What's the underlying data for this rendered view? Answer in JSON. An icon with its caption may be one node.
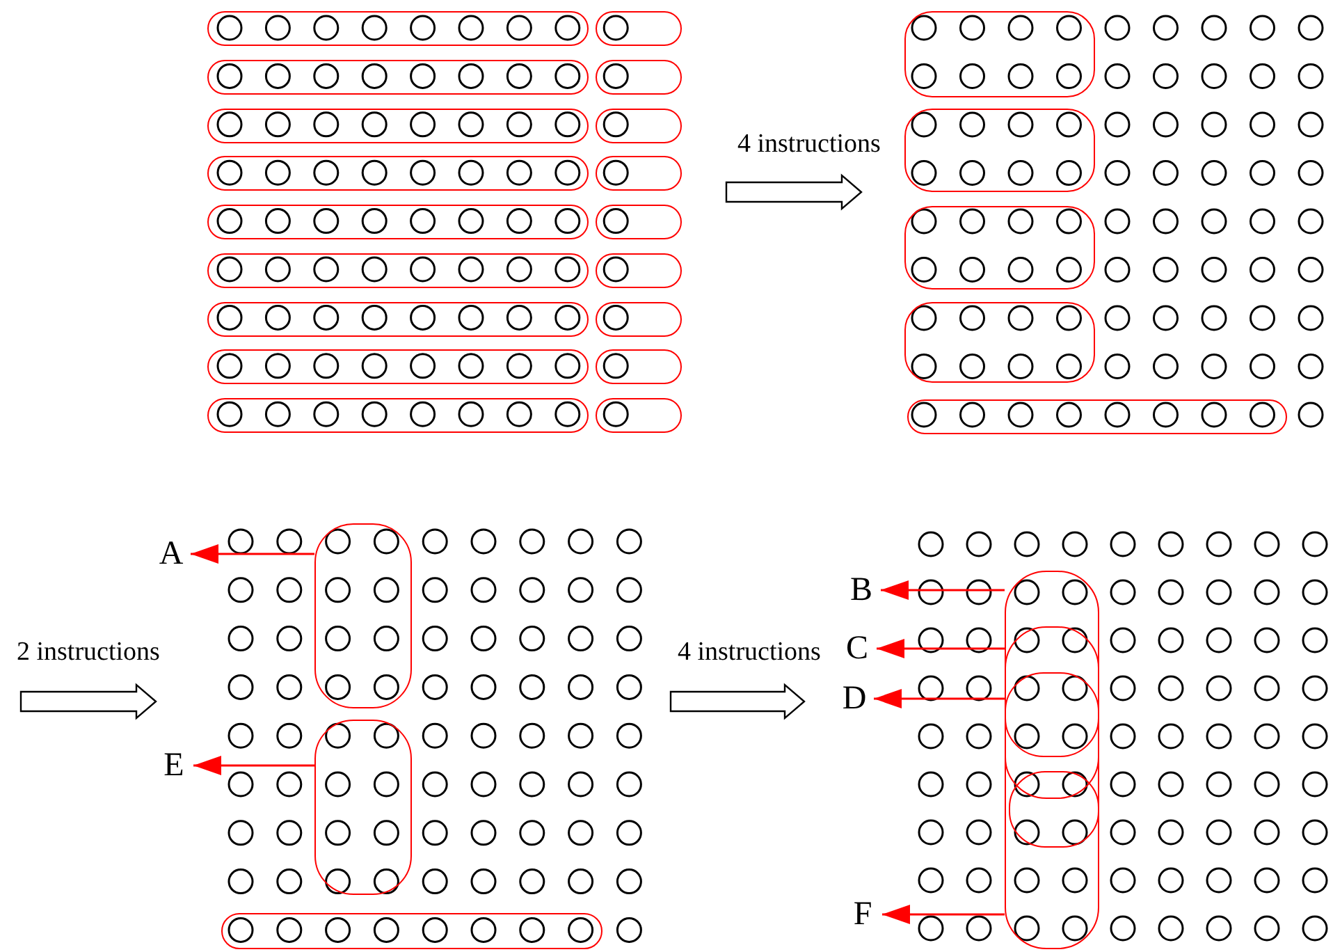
{
  "diagram": {
    "nodes": [
      {
        "text": [],
        "shape": "box"
      },
      {
        "text": [],
        "shape": "box"
      },
      {
        "text": [],
        "shape": "box"
      },
      {
        "text": [],
        "shape": "box"
      },
      {
        "text": [],
        "shape": "box"
      },
      {
        "text": [],
        "shape": "box"
      },
      {
        "text": [],
        "shape": "box"
      },
      {
        "text": [],
        "shape": "box"
      },
      {
        "text": [],
        "shape": "box"
      },
      {
        "text": [],
        "shape": "box"
      },
      {
        "text": [],
        "shape": "box"
      },
      {
        "text": [],
        "shape": "box"
      },
      {
        "text": [],
        "shape": "box"
      },
      {
        "text": [],
        "shape": "box"
      },
      {
        "text": [],
        "shape": "box"
      },
      {
        "text": [],
        "shape": "box"
      },
      {
        "text": [],
        "shape": "box"
      },
      {
        "text": [],
        "shape": "box"
      },
      {
        "text": [],
        "shape": "box"
      },
      {
        "text": [],
        "shape": "box"
      },
      {
        "text": [],
        "shape": "box"
      },
      {
        "text": [],
        "shape": "box"
      },
      {
        "text": [],
        "shape": "box"
      },
      {
        "text": [
          "A"
        ]
      },
      {
        "text": [],
        "shape": "box"
      },
      {
        "text": [
          "E"
        ]
      },
      {
        "text": [],
        "shape": "box"
      },
      {
        "text": [],
        "shape": "box"
      },
      {
        "text": [
          "B"
        ]
      },
      {
        "text": [],
        "shape": "box"
      },
      {
        "text": [
          "C"
        ]
      },
      {
        "text": [],
        "shape": "box",
        "in": 29
      },
      {
        "text": [
          "D"
        ]
      },
      {
        "text": [],
        "shape": "box",
        "in": 31
      },
      {
        "text": [],
        "shape": "box",
        "in": 29
      },
      {
        "text": [
          "F"
        ]
      }
    ],
    "edges": [
      {
        "from": 24,
        "to": 23,
        "arrow": "to"
      },
      {
        "from": 26,
        "to": 25,
        "arrow": "to"
      },
      {
        "from": 29,
        "to": 28,
        "arrow": "to"
      },
      {
        "from": 31,
        "to": 30,
        "arrow": "to"
      },
      {
        "from": 33,
        "to": 32,
        "arrow": "to"
      },
      {
        "from": 29,
        "to": 35,
        "arrow": "to"
      }
    ],
    "labels": [
      "4 instructions",
      "2 instructions",
      "4 instructions"
    ]
  }
}
